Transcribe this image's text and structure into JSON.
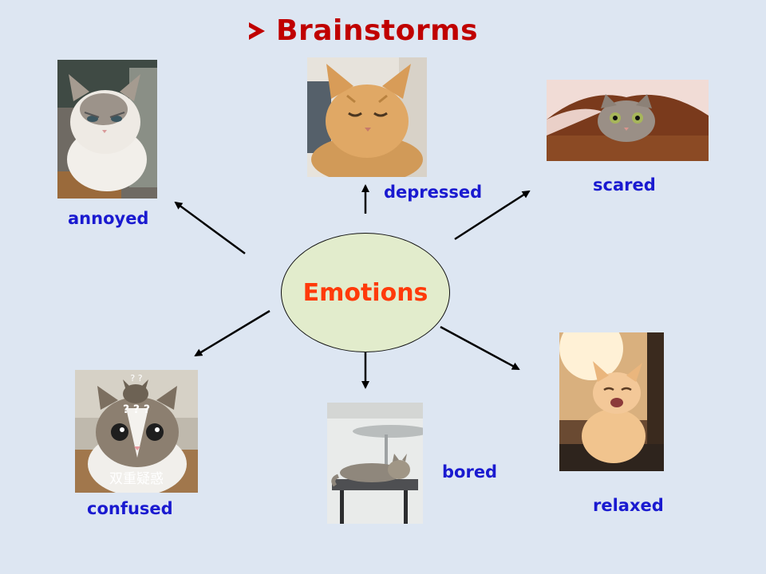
{
  "slide": {
    "title": "Brainstorms",
    "center": "Emotions",
    "emotions": {
      "annoyed": "annoyed",
      "depressed": "depressed",
      "scared": "scared",
      "confused": "confused",
      "bored": "bored",
      "relaxed": "relaxed"
    },
    "photo_caption_confused": "双重疑惑",
    "photo_marks_confused": "? ? ?",
    "photo_marks_confused_top": "? ?"
  },
  "colors": {
    "background": "#dde6f2",
    "title": "#c00000",
    "labels": "#1a1ad0",
    "center_text": "#ff3a0a",
    "center_fill": "#e2eccc"
  }
}
